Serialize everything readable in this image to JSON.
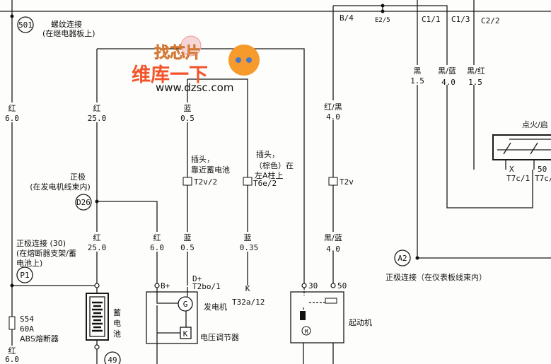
{
  "watermark": {
    "logo": "找芯片",
    "slogan": "维库一下",
    "url": "www.dzsc.com"
  },
  "splices": {
    "s501": {
      "id": "501",
      "title": "螺纹连接",
      "location": "(在继电器板上)"
    },
    "d26": {
      "id": "D26",
      "title": "正极",
      "location": "(在发电机线束内)"
    },
    "p1": {
      "id": "P1",
      "title": "正极连接 (30)",
      "location1": "(在熔断器支架/蓄",
      "location2": "电池上)"
    },
    "a2": {
      "id": "A2",
      "title": "正极连接（在仪表板线束内）"
    },
    "g49": {
      "id": "49"
    }
  },
  "wires": {
    "w1": {
      "color": "红",
      "size": "6.0"
    },
    "w2": {
      "color": "红",
      "size": "25.0"
    },
    "w3": {
      "color": "蓝",
      "size": "0.5"
    },
    "w4": {
      "color": "红/黑",
      "size": "4.0"
    },
    "w5": {
      "color": "黑",
      "size": "1.5"
    },
    "w6": {
      "color": "黑/蓝",
      "size": "4.0"
    },
    "w7": {
      "color": "黑/红",
      "size": "1.5"
    },
    "w8": {
      "color": "红",
      "size": "25.0"
    },
    "w9": {
      "color": "红",
      "size": "6.0"
    },
    "w10": {
      "color": "蓝",
      "size": "0.5"
    },
    "w11": {
      "color": "蓝",
      "size": "0.35"
    },
    "w12": {
      "color": "黑/蓝",
      "size": "4.0"
    },
    "w13": {
      "color": "红",
      "size": "6.0"
    }
  },
  "connectors": {
    "b4": "B/4",
    "e25": "E2/5",
    "c11": "C1/1",
    "c13": "C1/3",
    "c22": "C2/2",
    "t2v2": "T2v/2",
    "t2v2_desc1": "插头，",
    "t2v2_desc2": "靠近蓄电池",
    "t6e2": "T6e/2",
    "t6e2_desc1": "插头，",
    "t6e2_desc2": "（棕色）在",
    "t6e2_desc3": "左A柱上",
    "t2v": "T2v",
    "bplus": "B+",
    "dplus": "D+",
    "t2bo1": "T2bo/1",
    "k": "K",
    "t32a12": "T32a/12",
    "p30": "30",
    "p50": "50",
    "x": "X",
    "t7c1": "T7c/1",
    "s50": "50",
    "t7c": "T7c/"
  },
  "components": {
    "battery": [
      "蓄",
      "电",
      "池"
    ],
    "generator": "发电机",
    "regulator": "电压调节器",
    "starter": "起动机",
    "fuse": {
      "id": "S54",
      "rating": "60A",
      "name": "ABS熔断器"
    },
    "ignition": "点火/启",
    "gen_symbol": "G",
    "motor_symbol": "M"
  }
}
